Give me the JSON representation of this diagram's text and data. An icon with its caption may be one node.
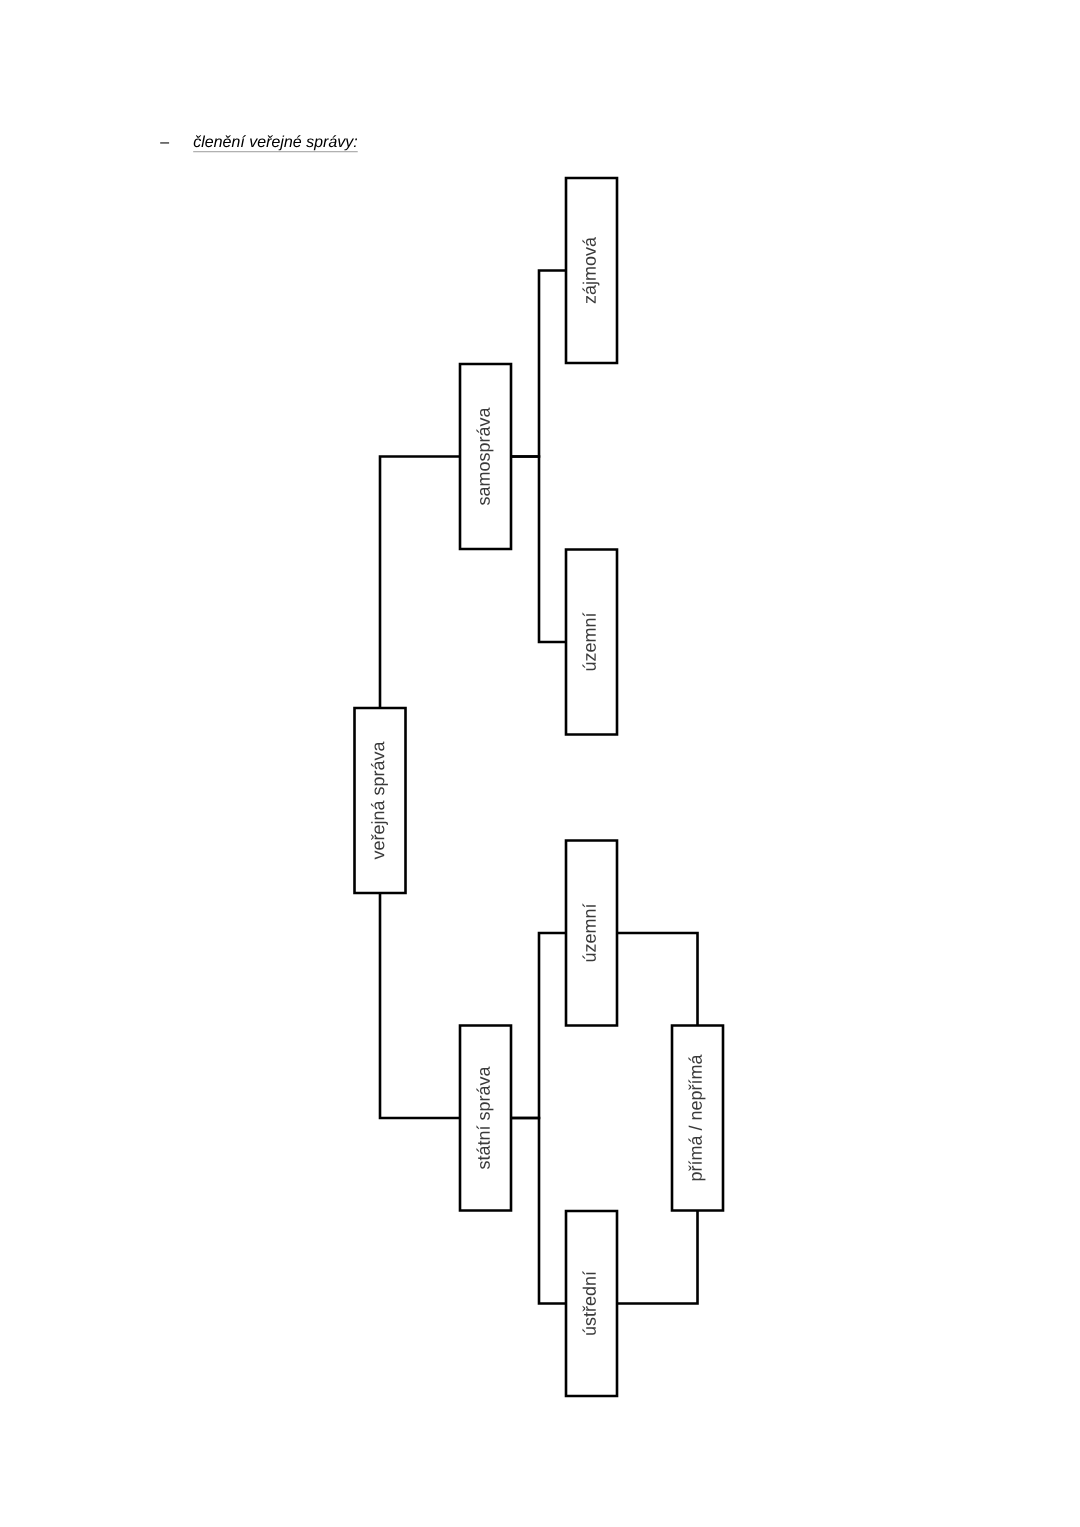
{
  "diagram": {
    "title": "členění veřejné správy:",
    "nodes": [
      {
        "text": [
          "veřejná správa"
        ]
      },
      {
        "text": [
          "samospráva"
        ]
      },
      {
        "text": [
          "zájmová"
        ]
      },
      {
        "text": [
          "územní"
        ]
      },
      {
        "text": [
          "státní správa"
        ]
      },
      {
        "text": [
          "územní"
        ]
      },
      {
        "text": [
          "ústřední"
        ]
      },
      {
        "text": [
          "přímá / nepřímá"
        ]
      }
    ],
    "edges": [
      {
        "from": 0,
        "to": 1,
        "arrow": "none"
      },
      {
        "from": 0,
        "to": 4,
        "arrow": "none"
      },
      {
        "from": 1,
        "to": 2,
        "arrow": "none"
      },
      {
        "from": 1,
        "to": 3,
        "arrow": "none"
      },
      {
        "from": 4,
        "to": 5,
        "arrow": "none"
      },
      {
        "from": 4,
        "to": 6,
        "arrow": "none"
      },
      {
        "from": 5,
        "to": 7,
        "arrow": "none"
      },
      {
        "from": 6,
        "to": 7,
        "arrow": "none"
      }
    ],
    "labels": [
      "–"
    ]
  }
}
